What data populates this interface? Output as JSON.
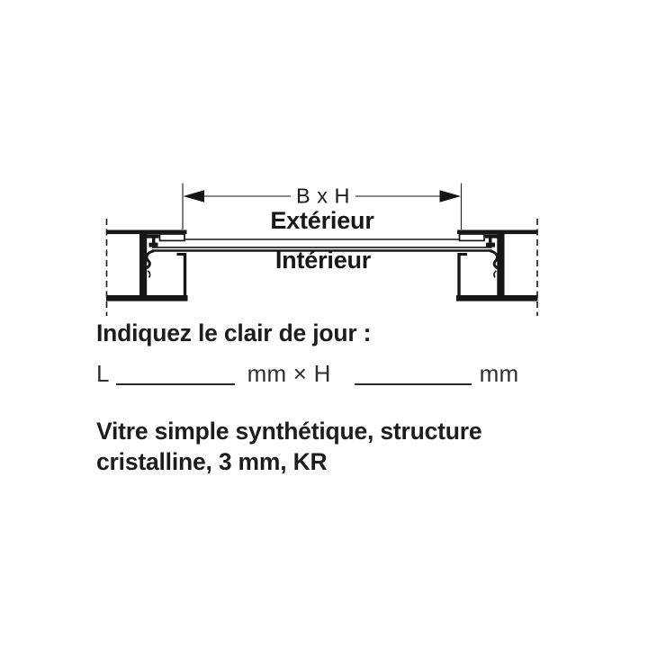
{
  "diagram": {
    "dimension_label": "B x H",
    "exterior_label": "Extérieur",
    "interior_label": "Intérieur"
  },
  "form": {
    "headline": "Indiquez le clair de jour :",
    "width_prefix": "L",
    "unit_between": "mm × H",
    "unit_end": "mm"
  },
  "description": {
    "line1": "Vitre simple synthétique, structure",
    "line2": "cristalline, 3 mm, KR"
  },
  "colors": {
    "ink": "#161616",
    "dimension_line": "#8a8a8a",
    "background": "#ffffff"
  }
}
